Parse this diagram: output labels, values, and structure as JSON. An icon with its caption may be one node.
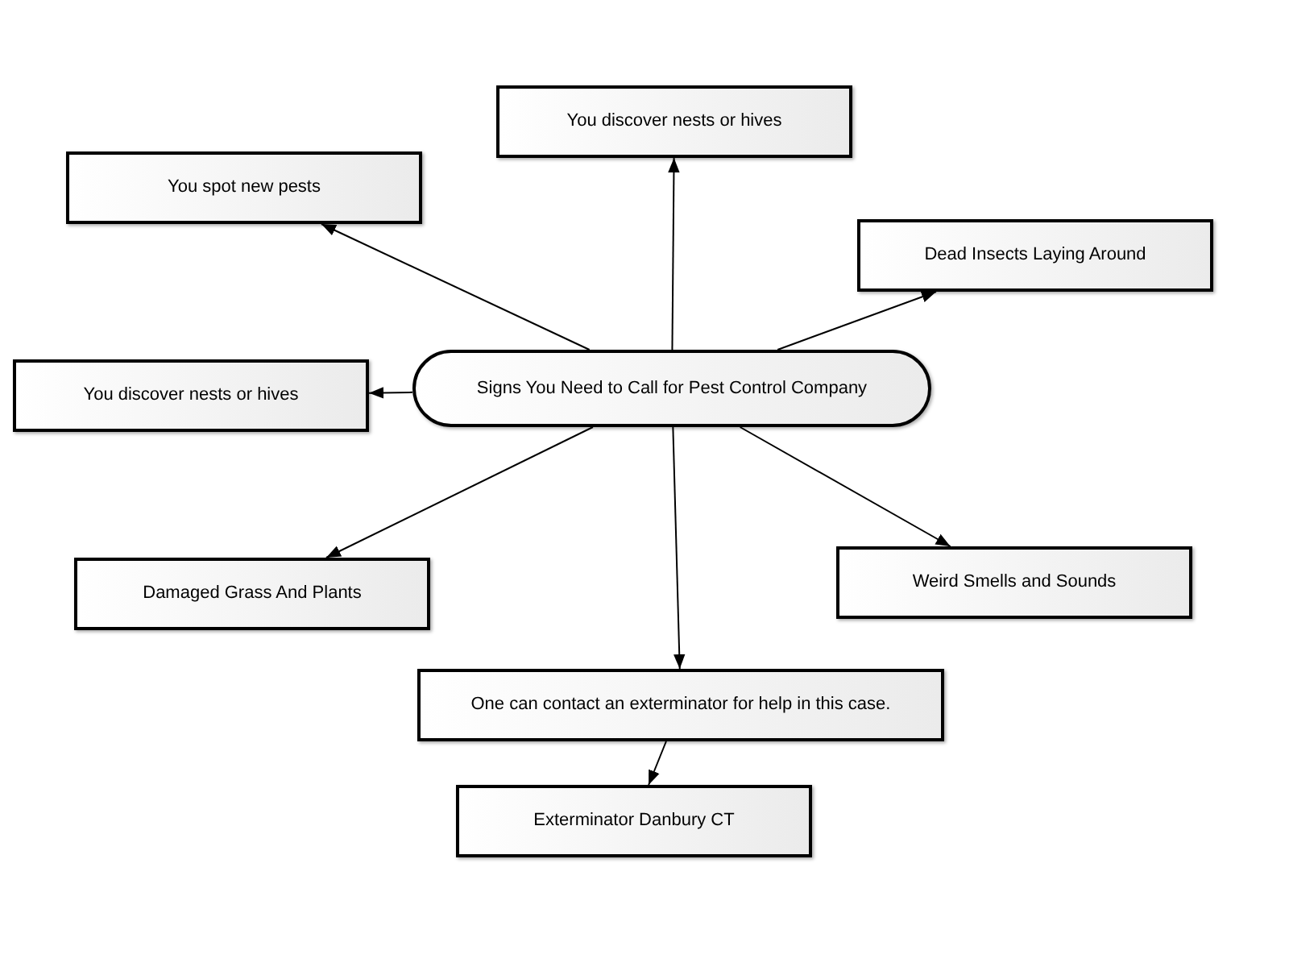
{
  "diagram": {
    "nodes": [
      {
        "text": [
          "Signs You Need to Call for Pest Control Company"
        ]
      },
      {
        "text": [
          "You discover nests or hives"
        ]
      },
      {
        "text": [
          "You spot new pests"
        ]
      },
      {
        "text": [
          "Dead Insects Laying Around"
        ]
      },
      {
        "text": [
          "You discover nests or hives"
        ]
      },
      {
        "text": [
          "Damaged Grass And Plants"
        ]
      },
      {
        "text": [
          "Weird Smells and Sounds"
        ]
      },
      {
        "text": [
          "One can contact an exterminator for help in this case."
        ]
      },
      {
        "text": [
          "Exterminator Danbury CT"
        ]
      }
    ],
    "edges": [
      {
        "from": 0,
        "to": 1,
        "arrow": "to"
      },
      {
        "from": 0,
        "to": 2,
        "arrow": "to"
      },
      {
        "from": 0,
        "to": 3,
        "arrow": "to"
      },
      {
        "from": 0,
        "to": 4,
        "arrow": "to"
      },
      {
        "from": 0,
        "to": 5,
        "arrow": "to"
      },
      {
        "from": 0,
        "to": 6,
        "arrow": "to"
      },
      {
        "from": 0,
        "to": 7,
        "arrow": "to"
      },
      {
        "from": 7,
        "to": 8,
        "arrow": "to"
      }
    ]
  }
}
